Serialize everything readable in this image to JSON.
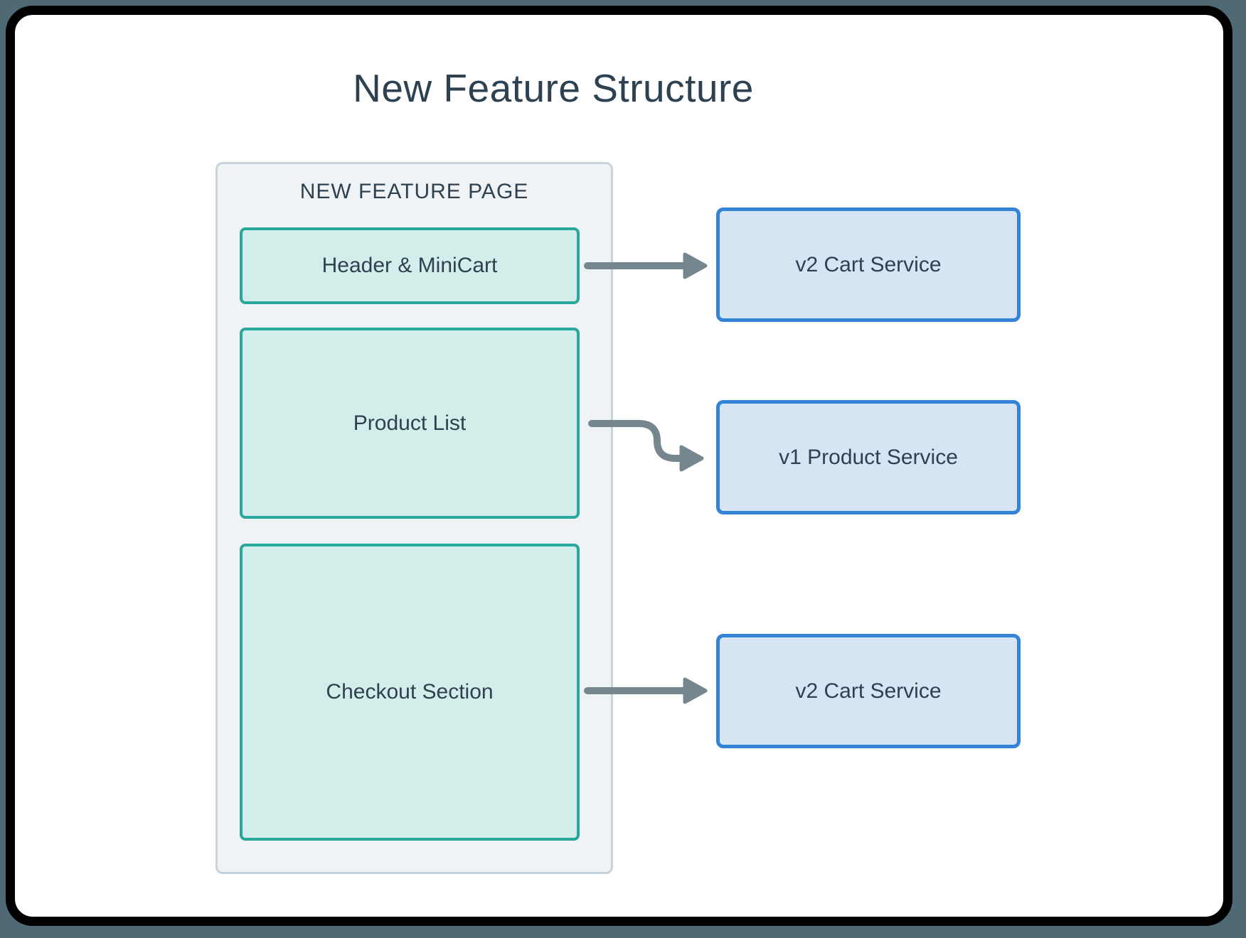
{
  "title": "New Feature Structure",
  "page_panel": {
    "label": "NEW FEATURE PAGE",
    "sections": [
      {
        "label": "Header & MiniCart"
      },
      {
        "label": "Product List"
      },
      {
        "label": "Checkout Section"
      }
    ]
  },
  "services": [
    {
      "label": "v2 Cart Service"
    },
    {
      "label": "v1 Product Service"
    },
    {
      "label": "v2 Cart Service"
    }
  ],
  "connections": [
    {
      "from": "Header & MiniCart",
      "to": "v2 Cart Service",
      "style": "straight"
    },
    {
      "from": "Product List",
      "to": "v1 Product Service",
      "style": "s-curve"
    },
    {
      "from": "Checkout Section",
      "to": "v2 Cart Service",
      "style": "straight"
    }
  ],
  "colors": {
    "canvas_background": "#4f6a74",
    "card_border": "#000000",
    "card_background": "#ffffff",
    "heading_text": "#2d4150",
    "panel_background": "#eff3f6",
    "panel_border": "#c6d4dd",
    "section_fill": "#d2edea",
    "section_border": "#29a79d",
    "service_fill": "#d6e4f4",
    "service_border": "#3384d7",
    "arrow_color": "#76868f"
  }
}
